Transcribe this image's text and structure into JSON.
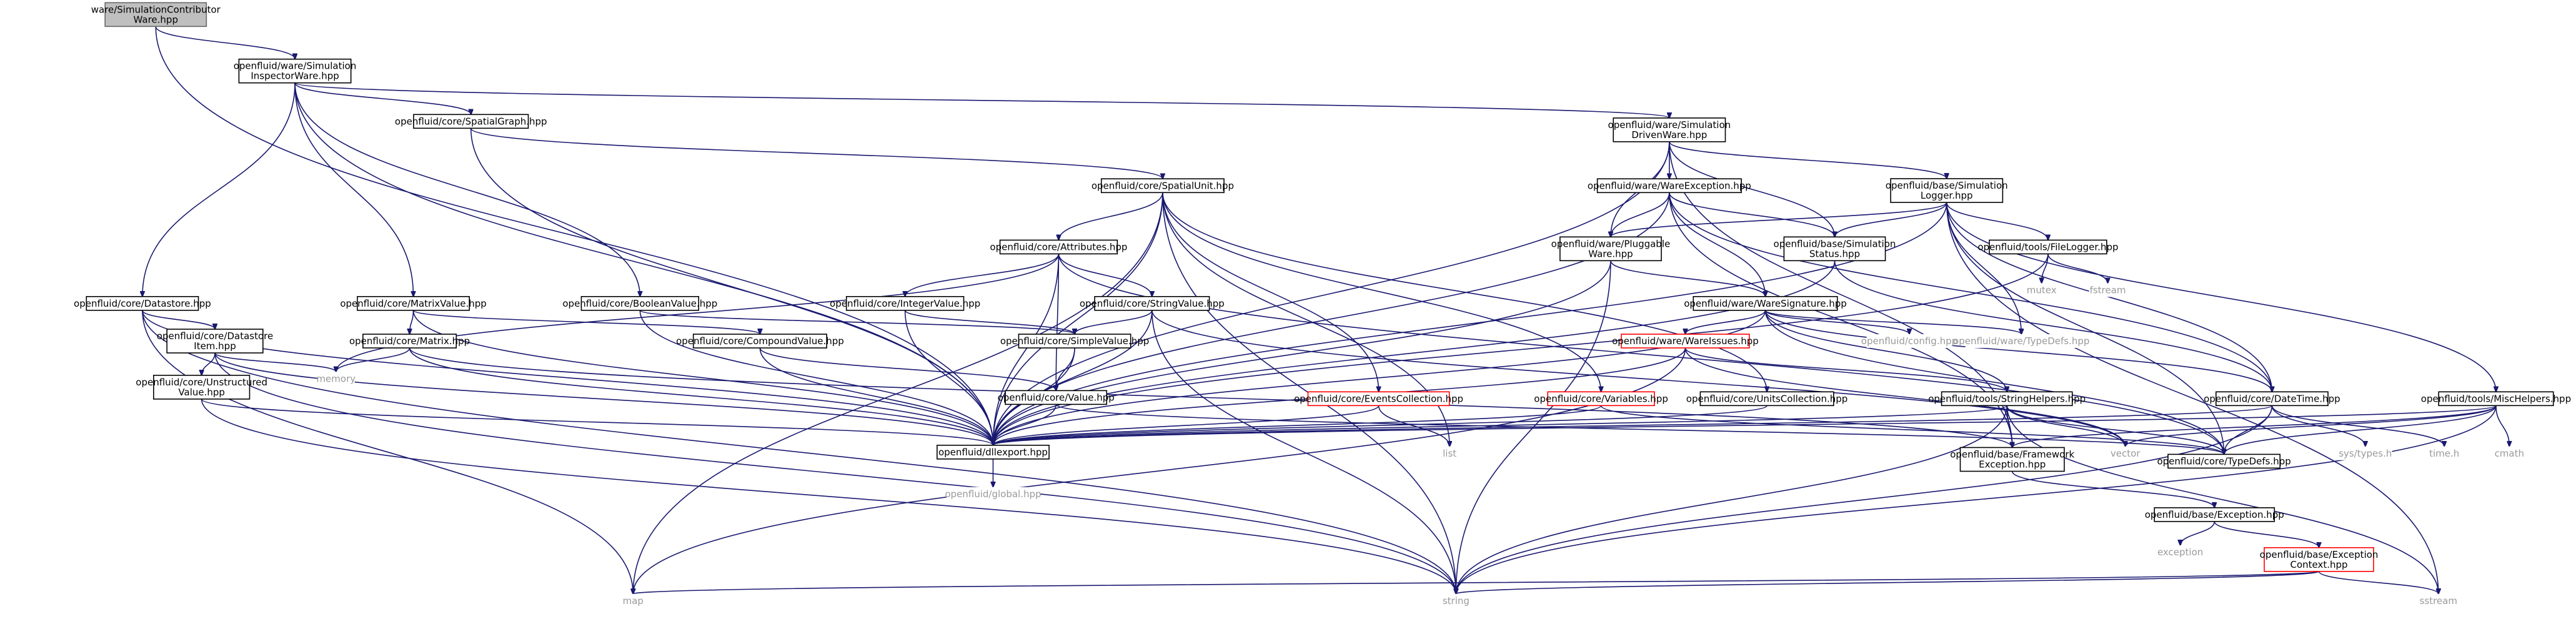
{
  "title": "Include dependency graph",
  "nodes": {
    "root": {
      "lines": [
        "ware/SimulationContributor",
        "Ware.hpp"
      ],
      "style": "root"
    },
    "inspector": {
      "lines": [
        "openfluid/ware/Simulation",
        "InspectorWare.hpp"
      ],
      "style": "box"
    },
    "spatialgraph": {
      "lines": [
        "openfluid/core/SpatialGraph.hpp"
      ],
      "style": "box"
    },
    "driven": {
      "lines": [
        "openfluid/ware/Simulation",
        "DrivenWare.hpp"
      ],
      "style": "box"
    },
    "spatialunit": {
      "lines": [
        "openfluid/core/SpatialUnit.hpp"
      ],
      "style": "box"
    },
    "wareexception": {
      "lines": [
        "openfluid/ware/WareException.hpp"
      ],
      "style": "box"
    },
    "simlogger": {
      "lines": [
        "openfluid/base/Simulation",
        "Logger.hpp"
      ],
      "style": "box"
    },
    "attributes": {
      "lines": [
        "openfluid/core/Attributes.hpp"
      ],
      "style": "box"
    },
    "pluggable": {
      "lines": [
        "openfluid/ware/Pluggable",
        "Ware.hpp"
      ],
      "style": "box"
    },
    "simstatus": {
      "lines": [
        "openfluid/base/Simulation",
        "Status.hpp"
      ],
      "style": "box"
    },
    "filelogger": {
      "lines": [
        "openfluid/tools/FileLogger.hpp"
      ],
      "style": "box"
    },
    "mutex": {
      "lines": [
        "mutex"
      ],
      "style": "plain"
    },
    "fstream": {
      "lines": [
        "fstream"
      ],
      "style": "plain"
    },
    "datastore": {
      "lines": [
        "openfluid/core/Datastore.hpp"
      ],
      "style": "box"
    },
    "matrixvalue": {
      "lines": [
        "openfluid/core/MatrixValue.hpp"
      ],
      "style": "box"
    },
    "booleanvalue": {
      "lines": [
        "openfluid/core/BooleanValue.hpp"
      ],
      "style": "box"
    },
    "integervalue": {
      "lines": [
        "openfluid/core/IntegerValue.hpp"
      ],
      "style": "box"
    },
    "stringvalue": {
      "lines": [
        "openfluid/core/StringValue.hpp"
      ],
      "style": "box"
    },
    "waresignature": {
      "lines": [
        "openfluid/ware/WareSignature.hpp"
      ],
      "style": "box"
    },
    "datastoreitem": {
      "lines": [
        "openfluid/core/Datastore",
        "Item.hpp"
      ],
      "style": "box"
    },
    "matrix": {
      "lines": [
        "openfluid/core/Matrix.hpp"
      ],
      "style": "box"
    },
    "compoundvalue": {
      "lines": [
        "openfluid/core/CompoundValue.hpp"
      ],
      "style": "box"
    },
    "simplevalue": {
      "lines": [
        "openfluid/core/SimpleValue.hpp"
      ],
      "style": "box"
    },
    "wareissues": {
      "lines": [
        "openfluid/ware/WareIssues.hpp"
      ],
      "style": "red"
    },
    "config": {
      "lines": [
        "openfluid/config.hpp"
      ],
      "style": "plain"
    },
    "waretypedefs": {
      "lines": [
        "openfluid/ware/TypeDefs.hpp"
      ],
      "style": "plain"
    },
    "memory": {
      "lines": [
        "memory"
      ],
      "style": "plain"
    },
    "unstructured": {
      "lines": [
        "openfluid/core/Unstructured",
        "Value.hpp"
      ],
      "style": "box"
    },
    "value": {
      "lines": [
        "openfluid/core/Value.hpp"
      ],
      "style": "box"
    },
    "eventscoll": {
      "lines": [
        "openfluid/core/EventsCollection.hpp"
      ],
      "style": "red"
    },
    "variables": {
      "lines": [
        "openfluid/core/Variables.hpp"
      ],
      "style": "red"
    },
    "unitscoll": {
      "lines": [
        "openfluid/core/UnitsCollection.hpp"
      ],
      "style": "box"
    },
    "stringhelpers": {
      "lines": [
        "openfluid/tools/StringHelpers.hpp"
      ],
      "style": "box"
    },
    "datetime": {
      "lines": [
        "openfluid/core/DateTime.hpp"
      ],
      "style": "box"
    },
    "mischelpers": {
      "lines": [
        "openfluid/tools/MiscHelpers.hpp"
      ],
      "style": "box"
    },
    "dllexport": {
      "lines": [
        "openfluid/dllexport.hpp"
      ],
      "style": "box"
    },
    "list": {
      "lines": [
        "list"
      ],
      "style": "plain"
    },
    "vector": {
      "lines": [
        "vector"
      ],
      "style": "plain"
    },
    "coretypedefs": {
      "lines": [
        "openfluid/core/TypeDefs.hpp"
      ],
      "style": "box"
    },
    "systypes": {
      "lines": [
        "sys/types.h"
      ],
      "style": "plain"
    },
    "timeh": {
      "lines": [
        "time.h"
      ],
      "style": "plain"
    },
    "cmath": {
      "lines": [
        "cmath"
      ],
      "style": "plain"
    },
    "frameworkexc": {
      "lines": [
        "openfluid/base/Framework",
        "Exception.hpp"
      ],
      "style": "box"
    },
    "global": {
      "lines": [
        "openfluid/global.hpp"
      ],
      "style": "plain"
    },
    "exception_hpp": {
      "lines": [
        "openfluid/base/Exception.hpp"
      ],
      "style": "box"
    },
    "exception": {
      "lines": [
        "exception"
      ],
      "style": "plain"
    },
    "exccontext": {
      "lines": [
        "openfluid/base/Exception",
        "Context.hpp"
      ],
      "style": "red"
    },
    "map": {
      "lines": [
        "map"
      ],
      "style": "plain"
    },
    "string": {
      "lines": [
        "string"
      ],
      "style": "plain"
    },
    "sstream": {
      "lines": [
        "sstream"
      ],
      "style": "plain"
    }
  },
  "edges": [
    [
      "root",
      "inspector"
    ],
    [
      "root",
      "dllexport"
    ],
    [
      "inspector",
      "spatialgraph"
    ],
    [
      "inspector",
      "driven"
    ],
    [
      "inspector",
      "datastore"
    ],
    [
      "inspector",
      "matrixvalue"
    ],
    [
      "inspector",
      "booleanvalue"
    ],
    [
      "inspector",
      "dllexport"
    ],
    [
      "spatialgraph",
      "spatialunit"
    ],
    [
      "spatialgraph",
      "dllexport"
    ],
    [
      "driven",
      "wareexception"
    ],
    [
      "driven",
      "simlogger"
    ],
    [
      "driven",
      "pluggable"
    ],
    [
      "driven",
      "simstatus"
    ],
    [
      "driven",
      "dllexport"
    ],
    [
      "driven",
      "frameworkexc"
    ],
    [
      "spatialunit",
      "attributes"
    ],
    [
      "spatialunit",
      "eventscoll"
    ],
    [
      "spatialunit",
      "variables"
    ],
    [
      "spatialunit",
      "unitscoll"
    ],
    [
      "spatialunit",
      "dllexport"
    ],
    [
      "spatialunit",
      "map"
    ],
    [
      "spatialunit",
      "string"
    ],
    [
      "spatialunit",
      "list"
    ],
    [
      "wareexception",
      "pluggable"
    ],
    [
      "wareexception",
      "simstatus"
    ],
    [
      "wareexception",
      "waresignature"
    ],
    [
      "wareexception",
      "dllexport"
    ],
    [
      "wareexception",
      "frameworkexc"
    ],
    [
      "wareexception",
      "datetime"
    ],
    [
      "simlogger",
      "filelogger"
    ],
    [
      "simlogger",
      "simstatus"
    ],
    [
      "simlogger",
      "pluggable"
    ],
    [
      "simlogger",
      "datetime"
    ],
    [
      "simlogger",
      "mischelpers"
    ],
    [
      "simlogger",
      "waretypedefs"
    ],
    [
      "simlogger",
      "coretypedefs"
    ],
    [
      "simlogger",
      "dllexport"
    ],
    [
      "simlogger",
      "sstream"
    ],
    [
      "pluggable",
      "waresignature"
    ],
    [
      "pluggable",
      "dllexport"
    ],
    [
      "pluggable",
      "string"
    ],
    [
      "simstatus",
      "datetime"
    ],
    [
      "simstatus",
      "dllexport"
    ],
    [
      "filelogger",
      "mutex"
    ],
    [
      "filelogger",
      "fstream"
    ],
    [
      "filelogger",
      "dllexport"
    ],
    [
      "attributes",
      "integervalue"
    ],
    [
      "attributes",
      "stringvalue"
    ],
    [
      "attributes",
      "value"
    ],
    [
      "attributes",
      "memory"
    ],
    [
      "attributes",
      "dllexport"
    ],
    [
      "attributes",
      "coretypedefs"
    ],
    [
      "datastore",
      "datastoreitem"
    ],
    [
      "datastore",
      "dllexport"
    ],
    [
      "datastore",
      "map"
    ],
    [
      "datastore",
      "string"
    ],
    [
      "matrixvalue",
      "matrix"
    ],
    [
      "matrixvalue",
      "compoundvalue"
    ],
    [
      "matrixvalue",
      "dllexport"
    ],
    [
      "booleanvalue",
      "simplevalue"
    ],
    [
      "booleanvalue",
      "dllexport"
    ],
    [
      "integervalue",
      "simplevalue"
    ],
    [
      "integervalue",
      "dllexport"
    ],
    [
      "stringvalue",
      "simplevalue"
    ],
    [
      "stringvalue",
      "dllexport"
    ],
    [
      "stringvalue",
      "string"
    ],
    [
      "stringvalue",
      "vector"
    ],
    [
      "waresignature",
      "wareissues"
    ],
    [
      "waresignature",
      "config"
    ],
    [
      "waresignature",
      "waretypedefs"
    ],
    [
      "waresignature",
      "stringhelpers"
    ],
    [
      "waresignature",
      "datetime"
    ],
    [
      "waresignature",
      "dllexport"
    ],
    [
      "waresignature",
      "coretypedefs"
    ],
    [
      "datastoreitem",
      "unstructured"
    ],
    [
      "datastoreitem",
      "memory"
    ],
    [
      "datastoreitem",
      "dllexport"
    ],
    [
      "datastoreitem",
      "string"
    ],
    [
      "matrix",
      "memory"
    ],
    [
      "matrix",
      "dllexport"
    ],
    [
      "matrix",
      "frameworkexc"
    ],
    [
      "compoundvalue",
      "value"
    ],
    [
      "compoundvalue",
      "dllexport"
    ],
    [
      "simplevalue",
      "value"
    ],
    [
      "simplevalue",
      "dllexport"
    ],
    [
      "wareissues",
      "stringhelpers"
    ],
    [
      "wareissues",
      "dllexport"
    ],
    [
      "wareissues",
      "map"
    ],
    [
      "wareissues",
      "vector"
    ],
    [
      "unstructured",
      "dllexport"
    ],
    [
      "unstructured",
      "string"
    ],
    [
      "value",
      "dllexport"
    ],
    [
      "value",
      "coretypedefs"
    ],
    [
      "eventscoll",
      "list"
    ],
    [
      "eventscoll",
      "dllexport"
    ],
    [
      "variables",
      "dllexport"
    ],
    [
      "variables",
      "coretypedefs"
    ],
    [
      "unitscoll",
      "dllexport"
    ],
    [
      "stringhelpers",
      "dllexport"
    ],
    [
      "stringhelpers",
      "vector"
    ],
    [
      "stringhelpers",
      "string"
    ],
    [
      "stringhelpers",
      "sstream"
    ],
    [
      "stringhelpers",
      "frameworkexc"
    ],
    [
      "stringhelpers",
      "coretypedefs"
    ],
    [
      "datetime",
      "dllexport"
    ],
    [
      "datetime",
      "coretypedefs"
    ],
    [
      "datetime",
      "systypes"
    ],
    [
      "datetime",
      "timeh"
    ],
    [
      "datetime",
      "string"
    ],
    [
      "mischelpers",
      "coretypedefs"
    ],
    [
      "mischelpers",
      "vector"
    ],
    [
      "mischelpers",
      "cmath"
    ],
    [
      "mischelpers",
      "string"
    ],
    [
      "mischelpers",
      "dllexport"
    ],
    [
      "mischelpers",
      "frameworkexc"
    ],
    [
      "dllexport",
      "global"
    ],
    [
      "frameworkexc",
      "exception_hpp"
    ],
    [
      "exception_hpp",
      "exception"
    ],
    [
      "exception_hpp",
      "exccontext"
    ],
    [
      "exccontext",
      "map"
    ],
    [
      "exccontext",
      "string"
    ],
    [
      "exccontext",
      "sstream"
    ]
  ]
}
